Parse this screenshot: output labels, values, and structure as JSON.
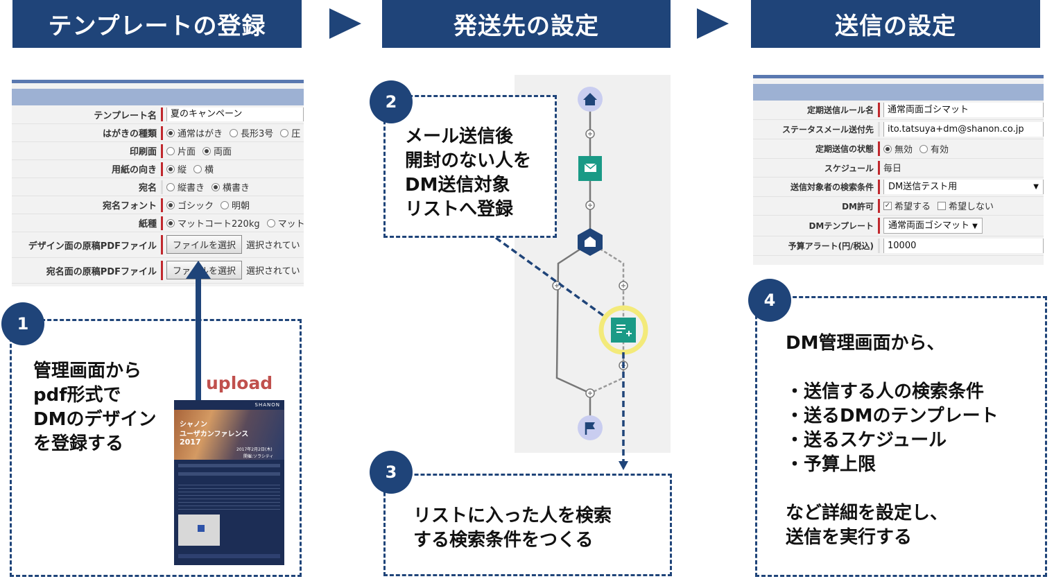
{
  "steps": [
    {
      "number": "1",
      "title": "テンプレートの登録"
    },
    {
      "number": "2",
      "title": "発送先の設定"
    },
    {
      "number": "3",
      "title": ""
    },
    {
      "number": "4",
      "title": "送信の設定"
    }
  ],
  "template_form": {
    "rows": [
      {
        "label": "テンプレート名",
        "value": "夏のキャンペーン"
      },
      {
        "label": "はがきの種類",
        "options": [
          "通常はがき",
          "長形3号",
          "圧"
        ],
        "selected": 0
      },
      {
        "label": "印刷面",
        "options": [
          "片面",
          "両面"
        ],
        "selected": 1
      },
      {
        "label": "用紙の向き",
        "options": [
          "縦",
          "横"
        ],
        "selected": 0
      },
      {
        "label": "宛名",
        "options": [
          "縦書き",
          "横書き"
        ],
        "selected": 1
      },
      {
        "label": "宛名フォント",
        "options": [
          "ゴシック",
          "明朝"
        ],
        "selected": 0
      },
      {
        "label": "紙種",
        "options": [
          "マットコート220kg",
          "マット"
        ],
        "selected": 0
      },
      {
        "label": "デザイン面の原稿PDFファイル",
        "button": "ファイルを選択",
        "status": "選択されてい"
      },
      {
        "label": "宛名面の原稿PDFファイル",
        "button": "ファイルを選択",
        "status": "選択されてい"
      }
    ]
  },
  "upload_label": "upload",
  "step1_text": "管理画面から\npdf形式で\nDMのデザイン\nを登録する",
  "step2_text": "メール送信後\n開封のない人を\nDM送信対象\nリストへ登録",
  "step3_text": "リストに入った人を検索\nする検索条件をつくる",
  "step4_text": "DM管理画面から、\n\n・送信する人の検索条件\n・送るDMのテンプレート\n・送るスケジュール\n・予算上限\n\nなど詳細を設定し、\n送信を実行する",
  "postcard": {
    "brand": "SHANON",
    "title_line1": "シャノン",
    "title_line2": "ユーザカンファレンス",
    "year": "2017",
    "date_text": "2017年2月2日(木)",
    "venue": "開催:ソラシティ"
  },
  "send_form": {
    "rows": [
      {
        "label": "定期送信ルール名",
        "value": "通常両面ゴシマット"
      },
      {
        "label": "ステータスメール送付先",
        "value": "ito.tatsuya+dm@shanon.co.jp"
      },
      {
        "label": "定期送信の状態",
        "options": [
          "無効",
          "有効"
        ],
        "selected": 0
      },
      {
        "label": "スケジュール",
        "text": "毎日"
      },
      {
        "label": "送信対象者の検索条件",
        "select": "DM送信テスト用"
      },
      {
        "label": "DM許可",
        "checks": [
          "希望する",
          "希望しない"
        ],
        "checked": 0
      },
      {
        "label": "DMテンプレート",
        "select": "通常両面ゴシマット"
      },
      {
        "label": "予算アラート(円/税込)",
        "value": "10000"
      }
    ]
  },
  "colors": {
    "navy": "#1f4479",
    "red": "#c0282d",
    "teal": "#1a9a86",
    "lavender": "#c9cdf0",
    "highlight": "#f3ea7a",
    "upload": "#c0504d"
  }
}
